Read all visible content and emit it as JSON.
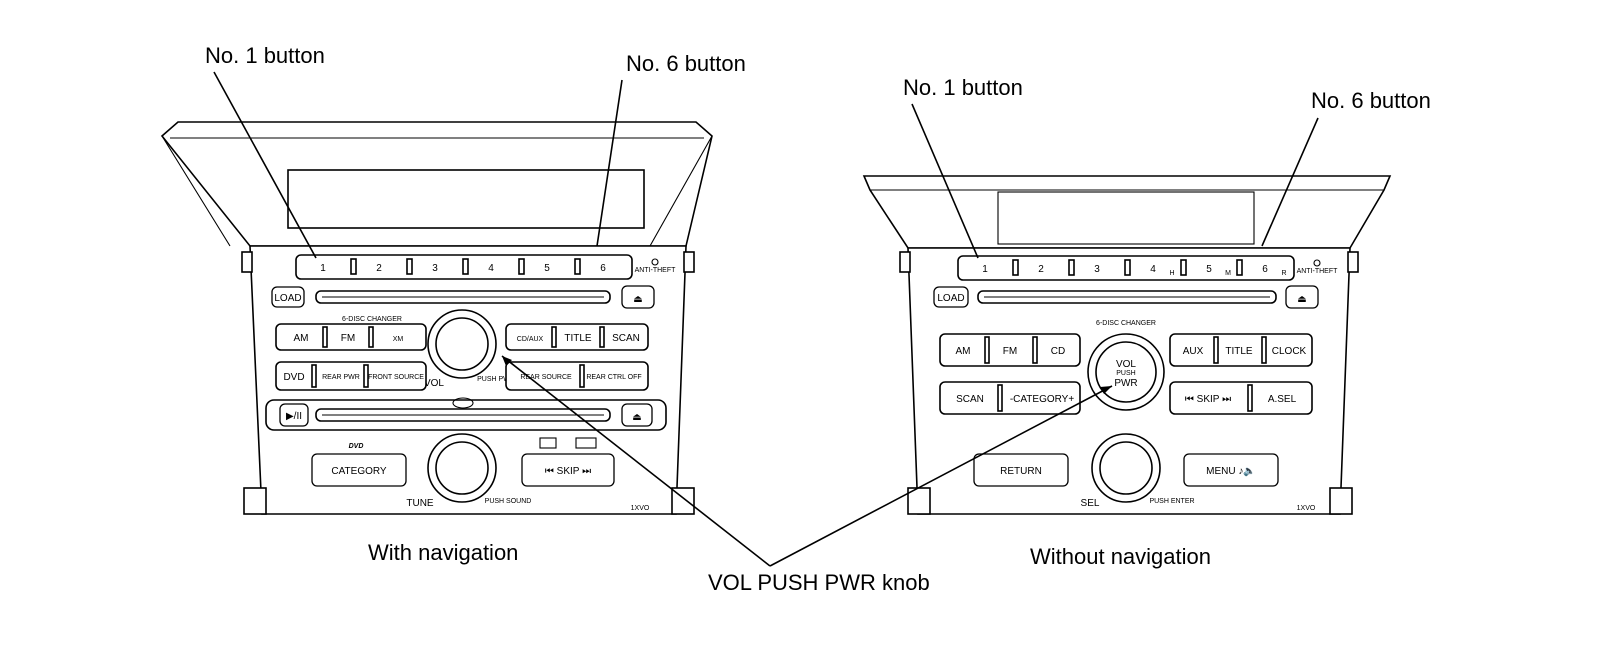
{
  "callouts": {
    "no1_left": "No. 1 button",
    "no6_left": "No. 6 button",
    "no1_right": "No. 1 button",
    "no6_right": "No. 6 button",
    "vol_knob": "VOL PUSH PWR knob"
  },
  "captions": {
    "left": "With navigation",
    "right": "Without navigation"
  },
  "left_unit": {
    "presets": [
      "1",
      "2",
      "3",
      "4",
      "5",
      "6"
    ],
    "anti_theft": "ANTI-THEFT",
    "load": "LOAD",
    "changer": "6-DISC CHANGER",
    "am": "AM",
    "fm": "FM",
    "xm": "XM",
    "cd_aux": "CD/AUX",
    "title": "TITLE",
    "scan": "SCAN",
    "dvd": "DVD",
    "rear_pwr": "REAR PWR",
    "front_source": "FRONT SOURCE",
    "rear_source": "REAR SOURCE",
    "rear_ctrl_off": "REAR CTRL OFF",
    "vol": "VOL",
    "push_pwr": "PUSH PWR",
    "play_pause": "▶/II",
    "eject": "⏏",
    "dvd_logo": "DVD",
    "category": "CATEGORY",
    "skip": "⏮  SKIP  ⏭",
    "tune": "TUNE",
    "push_sound": "PUSH SOUND",
    "model": "1XVO"
  },
  "right_unit": {
    "presets": [
      "1",
      "2",
      "3",
      "4",
      "5",
      "6"
    ],
    "preset_marks": [
      "",
      "",
      "",
      "H",
      "M",
      "R"
    ],
    "anti_theft": "ANTI-THEFT",
    "load": "LOAD",
    "changer": "6-DISC CHANGER",
    "am": "AM",
    "fm": "FM",
    "cd": "CD",
    "aux": "AUX",
    "title": "TITLE",
    "clock": "CLOCK",
    "vol": "VOL",
    "push": "PUSH",
    "pwr": "PWR",
    "scan": "SCAN",
    "category": "-CATEGORY+",
    "skip": "⏮ SKIP ⏭",
    "asel": "A.SEL",
    "return": "RETURN",
    "menu": "MENU ♪🔈",
    "sel": "SEL",
    "push_enter": "PUSH ENTER",
    "model": "1XVO"
  }
}
